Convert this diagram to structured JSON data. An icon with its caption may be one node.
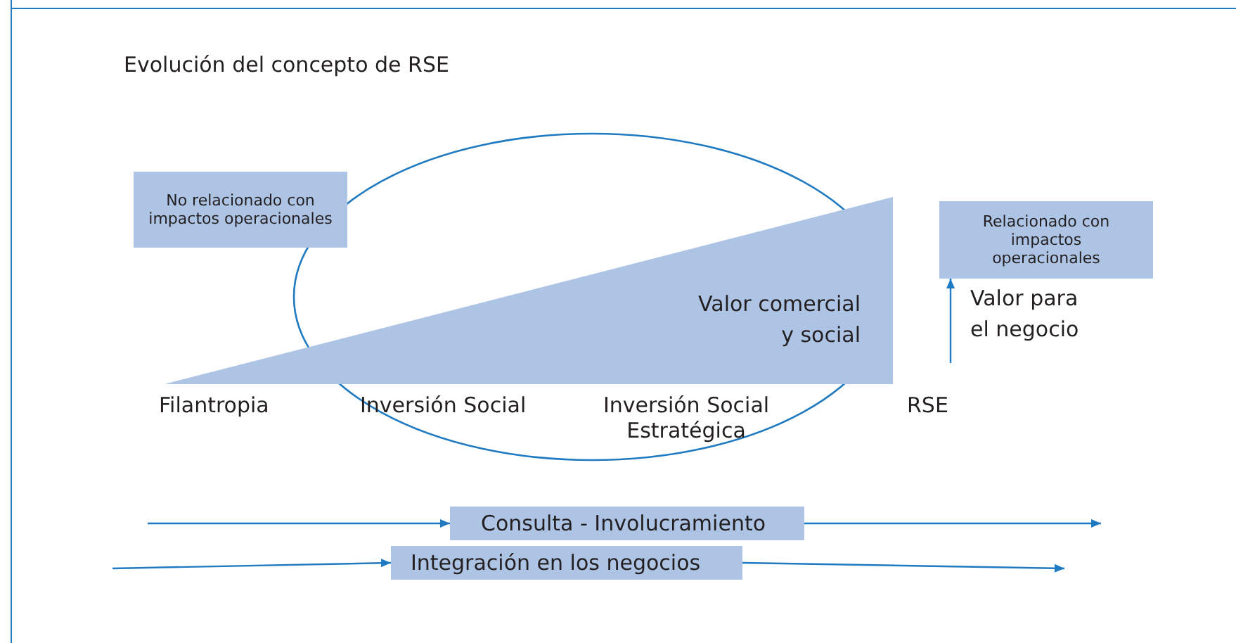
{
  "diagram": {
    "title": "Evolución del concepto de RSE",
    "nodes": [
      {
        "text": [
          "No relacionado con impactos operacionales"
        ]
      },
      {
        "text": [
          "Relacionado con impactos operacionales"
        ]
      },
      {
        "text": [
          "Valor comercial y social"
        ]
      },
      {
        "text": [
          "Consulta - Involucramiento"
        ]
      },
      {
        "text": [
          "Integración en los negocios"
        ]
      }
    ],
    "edges": [
      {
        "from": null,
        "to": 1,
        "arrow": "to",
        "label": "Valor para el negocio"
      },
      {
        "from": null,
        "to": 3,
        "arrow": "to"
      },
      {
        "from": 3,
        "to": null,
        "arrow": "to"
      },
      {
        "from": null,
        "to": 4,
        "arrow": "to"
      },
      {
        "from": 4,
        "to": null,
        "arrow": "to"
      }
    ],
    "labels": [
      "Filantropia",
      "Inversión Social",
      "Inversión Social Estratégica",
      "RSE"
    ]
  }
}
